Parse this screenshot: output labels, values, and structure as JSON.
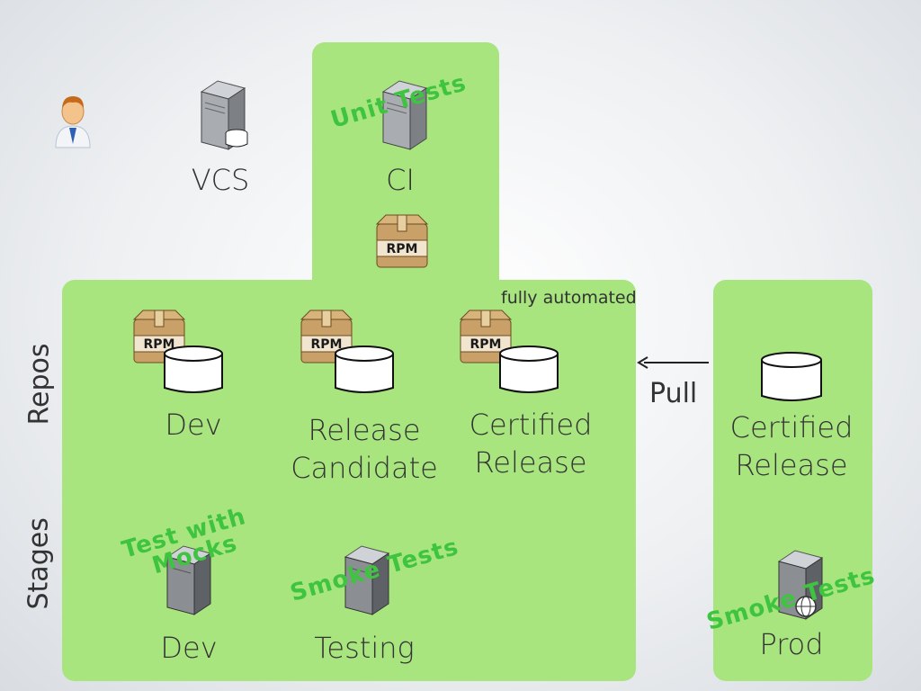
{
  "labels": {
    "vcs": "VCS",
    "ci": "CI",
    "repos": "Repos",
    "stages": "Stages",
    "fully_automated": "fully automated",
    "pull": "Pull",
    "dev_repo": "Dev",
    "release_candidate_line1": "Release",
    "release_candidate_line2": "Candidate",
    "certified_line1": "Certified",
    "certified_line2": "Release",
    "prod_certified_line1": "Certified",
    "prod_certified_line2": "Release",
    "dev_stage": "Dev",
    "testing_stage": "Testing",
    "prod_stage": "Prod"
  },
  "tests": {
    "unit_tests": "Unit Tests",
    "test_with_mocks_line1": "Test with",
    "test_with_mocks_line2": "Mocks",
    "smoke_tests_testing": "Smoke Tests",
    "smoke_tests_prod": "Smoke Tests"
  },
  "package": {
    "rpm": "RPM"
  },
  "colors": {
    "panel": "#a8e57f",
    "test_text": "#3ec43e",
    "text": "#333333"
  }
}
